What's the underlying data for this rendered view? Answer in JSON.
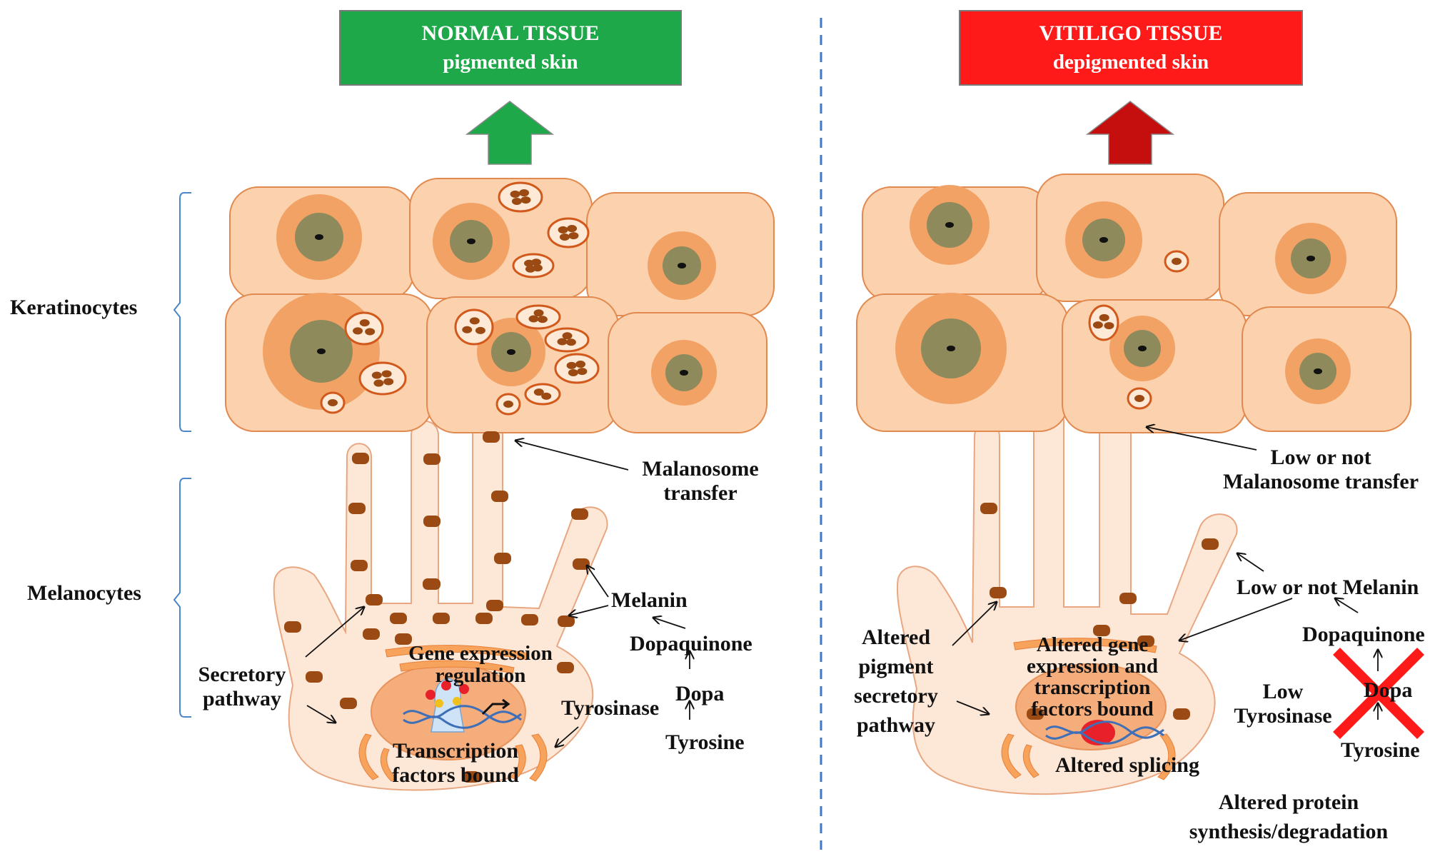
{
  "left_panel": {
    "banner": {
      "title": "NORMAL TISSUE",
      "subtitle": "pigmented skin",
      "color": "#1ea84a"
    },
    "labels": {
      "keratinocytes": "Keratinocytes",
      "melanocytes": "Melanocytes",
      "transfer_line1": "Malanosome",
      "transfer_line2": "transfer",
      "melanin": "Melanin",
      "dopaquinone": "Dopaquinone",
      "dopa": "Dopa",
      "tyrosinase": "Tyrosinase",
      "tyrosine": "Tyrosine",
      "secretory_line1": "Secretory",
      "secretory_line2": "pathway",
      "gene_line1": "Gene expression",
      "gene_line2": "regulation",
      "tf_line1": "Transcription",
      "tf_line2": "factors bound"
    }
  },
  "right_panel": {
    "banner": {
      "title": "VITILIGO TISSUE",
      "subtitle": "depigmented skin",
      "color": "#ff1a1a"
    },
    "labels": {
      "transfer_line1": "Low or not",
      "transfer_line2": "Malanosome transfer",
      "melanin": "Low or not Melanin",
      "dopaquinone": "Dopaquinone",
      "dopa": "Dopa",
      "tyrosinase_line1": "Low",
      "tyrosinase_line2": "Tyrosinase",
      "tyrosine": "Tyrosine",
      "secretory_line1": "Altered",
      "secretory_line2": "pigment",
      "secretory_line3": "secretory",
      "secretory_line4": "pathway",
      "gene_line1": "Altered gene",
      "gene_line2": "expression and",
      "gene_line3": "transcription",
      "gene_line4": "factors bound",
      "splicing": "Altered splicing",
      "protein_line1": "Altered protein",
      "protein_line2": "synthesis/degradation"
    }
  },
  "colors": {
    "cell_fill": "#fbd2ad",
    "cell_stroke": "#e1894e",
    "nucleus_ring": "#f3a265",
    "nucleus_core": "#8e8a5c",
    "melanosome": "#9a4a12",
    "melanocyte_fill": "#fde7d7",
    "divider": "#3f78c8",
    "x_mark": "#ff1a1a"
  }
}
